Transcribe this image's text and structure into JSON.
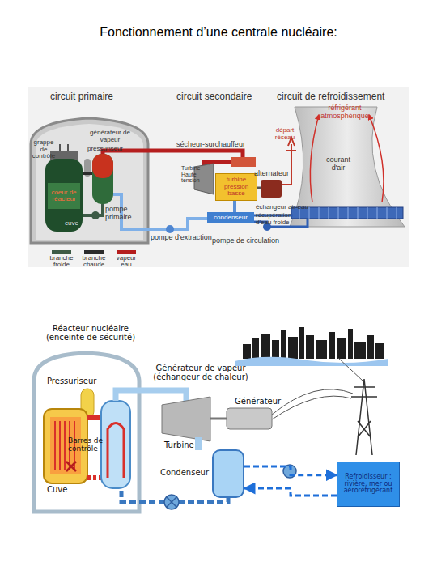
{
  "diagram": {
    "title": "Fonctionnement d’une centrale nucléaire:",
    "nodes": [
      {
        "text": [
          "coeur de réacteur"
        ]
      },
      {
        "text": [
          "turbine pression basse"
        ]
      },
      {
        "text": [
          "condenseur"
        ]
      },
      {
        "text": [
          "Condenseur"
        ]
      },
      {
        "text": [
          "Refroidisseur : rivière, mer ou aéroréfrigérant"
        ]
      }
    ],
    "edges": [
      {
        "from": 1,
        "to": 2,
        "arrow": "none"
      },
      {
        "from": 3,
        "to": 4,
        "arrow": "to"
      },
      {
        "from": 4,
        "to": 3,
        "arrow": "to"
      }
    ],
    "labels": [
      "circuit primaire",
      "circuit secondaire",
      "circuit de refroidissement",
      "réfrigérant atmosphérique",
      "grappe de contrôle",
      "générateur de vapeur",
      "pressuriseur",
      "sécheur-surchauffeur",
      "départ réseau",
      "courant d'air",
      "Turbine Haute tension",
      "alternateur",
      "cuve",
      "pompe primaire",
      "échangeur air-eau",
      "récupération d'eau froide",
      "pompe d'extraction",
      "pompe de circulation",
      "Réacteur nucléaire (enceinte de sécurité)",
      "Pressuriseur",
      "Générateur de vapeur (échangeur de chaleur)",
      "Générateur",
      "Barres de contrôle",
      "Turbine",
      "Cuve"
    ],
    "legend": [
      {
        "text": "branche froide",
        "color": "#3c5a46"
      },
      {
        "text": "branche chaude",
        "color": "#2b2b2b"
      },
      {
        "text": "vapeur eau",
        "color": "#b51e1e"
      }
    ]
  }
}
